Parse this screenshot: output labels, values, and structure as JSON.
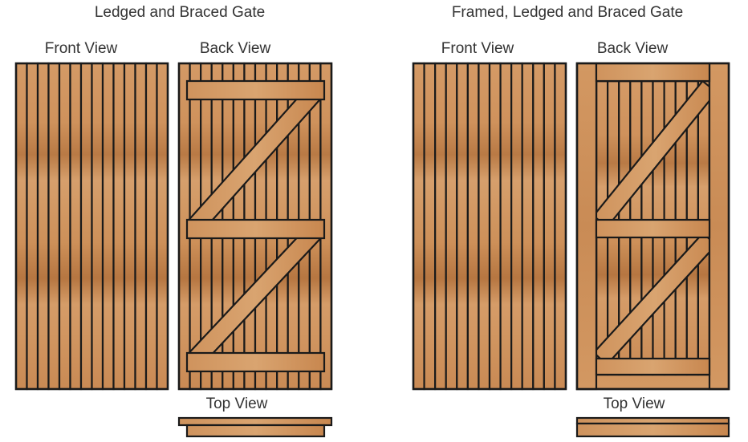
{
  "diagram": {
    "left": {
      "title": "Ledged and Braced Gate",
      "front_label": "Front View",
      "back_label": "Back View",
      "top_label": "Top View"
    },
    "right": {
      "title": "Framed, Ledged and Braced Gate",
      "front_label": "Front View",
      "back_label": "Back View",
      "top_label": "Top View"
    },
    "colors": {
      "wood_light": "#d49a66",
      "wood_mid": "#c4824c",
      "wood_dark": "#a8683a",
      "outline": "#1a1a1a"
    }
  }
}
